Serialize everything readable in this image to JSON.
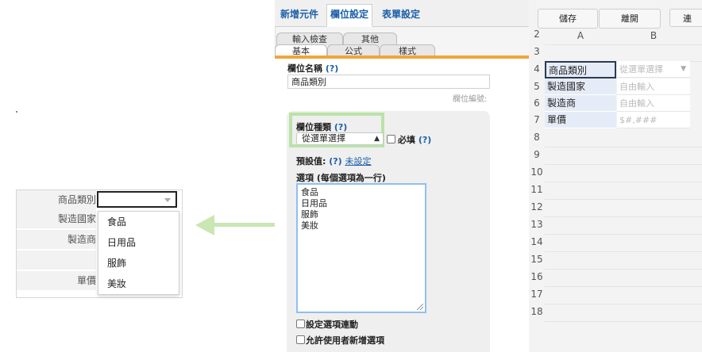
{
  "preview": {
    "rows": [
      "商品類別",
      "製造國家",
      "製造商",
      "",
      "單價"
    ],
    "options": [
      "食品",
      "日用品",
      "服飾",
      "美妝"
    ]
  },
  "editor": {
    "top_tabs": [
      "新增元件",
      "欄位設定",
      "表單設定"
    ],
    "sub_tabs_row1": [
      "輸入檢查",
      "其他"
    ],
    "sub_tabs_row2": [
      "基本",
      "公式",
      "樣式"
    ],
    "field_name_label": "欄位名稱",
    "help": "(?)",
    "field_name_value": "商品類別",
    "field_id_label": "欄位編號:",
    "field_type_label": "欄位種類",
    "field_type_value": "從選單選擇",
    "required_label": "必填",
    "default_label": "預設值:",
    "default_value": "未設定",
    "options_label": "選項 (每個選項為一行)",
    "options_lines": [
      "食品",
      "日用品",
      "服飾",
      "美妝"
    ],
    "link_options_label": "設定選項連動",
    "allow_new_label": "允許使用者新增選項"
  },
  "sheet": {
    "toolbar": [
      "儲存",
      "離開",
      "連"
    ],
    "col_headers": [
      "A",
      "B"
    ],
    "row_numbers": [
      "2",
      "3",
      "4",
      "5",
      "6",
      "7",
      "8",
      "9",
      "10",
      "11",
      "12",
      "13",
      "14",
      "15",
      "16",
      "17",
      "18"
    ],
    "cells": [
      {
        "a": "商品類別",
        "b": "從選單選擇"
      },
      {
        "a": "製造國家",
        "b": "自由輸入"
      },
      {
        "a": "製造商",
        "b": "自由輸入"
      },
      {
        "a": "單價",
        "b": "$#,###"
      }
    ]
  }
}
